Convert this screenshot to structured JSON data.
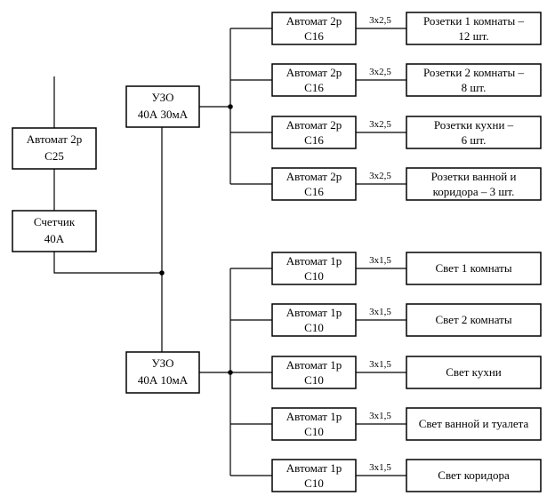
{
  "main_breaker": {
    "line1": "Автомат 2р",
    "line2": "С25"
  },
  "meter": {
    "line1": "Счетчик",
    "line2": "40А"
  },
  "rcd_sockets": {
    "line1": "УЗО",
    "line2": "40А 30мА"
  },
  "rcd_lights": {
    "line1": "УЗО",
    "line2": "40А 10мА"
  },
  "socket_groups": [
    {
      "breaker1": "Автомат 2р",
      "breaker2": "С16",
      "cable": "3х2,5",
      "load1": "Розетки 1 комнаты –",
      "load2": "12 шт."
    },
    {
      "breaker1": "Автомат 2р",
      "breaker2": "С16",
      "cable": "3х2,5",
      "load1": "Розетки 2 комнаты –",
      "load2": "8 шт."
    },
    {
      "breaker1": "Автомат 2р",
      "breaker2": "С16",
      "cable": "3х2,5",
      "load1": "Розетки кухни –",
      "load2": "6 шт."
    },
    {
      "breaker1": "Автомат 2р",
      "breaker2": "С16",
      "cable": "3х2,5",
      "load1": "Розетки ванной и",
      "load2": "коридора – 3 шт."
    }
  ],
  "light_groups": [
    {
      "breaker1": "Автомат 1р",
      "breaker2": "С10",
      "cable": "3х1,5",
      "load1": "Свет 1 комнаты"
    },
    {
      "breaker1": "Автомат 1р",
      "breaker2": "С10",
      "cable": "3х1,5",
      "load1": "Свет 2 комнаты"
    },
    {
      "breaker1": "Автомат 1р",
      "breaker2": "С10",
      "cable": "3х1,5",
      "load1": "Свет кухни"
    },
    {
      "breaker1": "Автомат 1р",
      "breaker2": "С10",
      "cable": "3х1,5",
      "load1": "Свет ванной и туалета"
    },
    {
      "breaker1": "Автомат 1р",
      "breaker2": "С10",
      "cable": "3х1,5",
      "load1": "Свет коридора"
    }
  ]
}
